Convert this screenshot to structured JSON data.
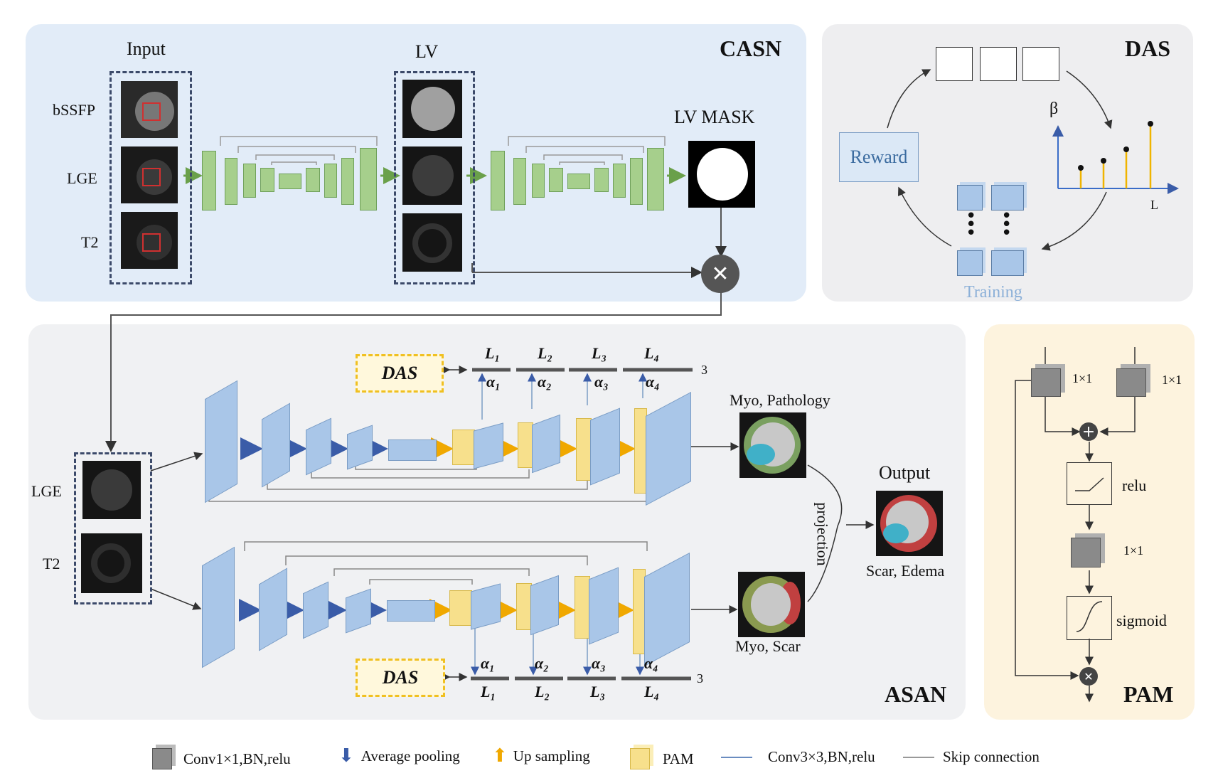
{
  "panels": {
    "casn": {
      "title": "CASN",
      "input_label": "Input",
      "lv_label": "LV",
      "lv_mask_label": "LV MASK",
      "modalities": [
        "bSSFP",
        "LGE",
        "T2"
      ]
    },
    "das": {
      "title": "DAS",
      "reward": "Reward",
      "training": "Training",
      "beta": "β",
      "l_axis": "L",
      "colors": {
        "stem": "#f0b400",
        "axis": "#3a6cc8"
      }
    },
    "asan": {
      "title": "ASAN",
      "inputs": [
        "LGE",
        "T2"
      ],
      "das_box": "DAS",
      "loss_labels": [
        "L₁",
        "L₂",
        "L₃",
        "L₄"
      ],
      "alpha_labels": [
        "α₁",
        "α₂",
        "α₃",
        "α₄"
      ],
      "loss_count": "3",
      "top_output": "Myo, Pathology",
      "bottom_output": "Myo, Scar",
      "projection": "projection",
      "output_title": "Output",
      "output_label": "Scar, Edema"
    },
    "pam": {
      "title": "PAM",
      "conv_top_left": "1×1",
      "conv_top_right": "1×1",
      "relu": "relu",
      "conv_mid": "1×1",
      "sigmoid": "sigmoid"
    }
  },
  "legend": [
    {
      "icon": "gray-cube-icon",
      "label": "Conv1×1,BN,relu"
    },
    {
      "icon": "down-arrow-icon",
      "label": "Average  pooling"
    },
    {
      "icon": "up-arrow-icon",
      "label": "Up sampling"
    },
    {
      "icon": "yellow-cube-icon",
      "label": "PAM"
    },
    {
      "icon": "blue-arrow-icon",
      "label": "Conv3×3,BN,relu"
    },
    {
      "icon": "gray-arrow-icon",
      "label": "Skip connection"
    }
  ],
  "colors": {
    "casn_bg": "#e2ecf8",
    "das_bg": "#eeeef0",
    "asan_bg": "#f0f1f3",
    "pam_bg": "#fdf3de",
    "encoder_blue": "#a9c6e8",
    "pam_yellow": "#f7e08c",
    "unet_green": "#a6cf8c"
  }
}
